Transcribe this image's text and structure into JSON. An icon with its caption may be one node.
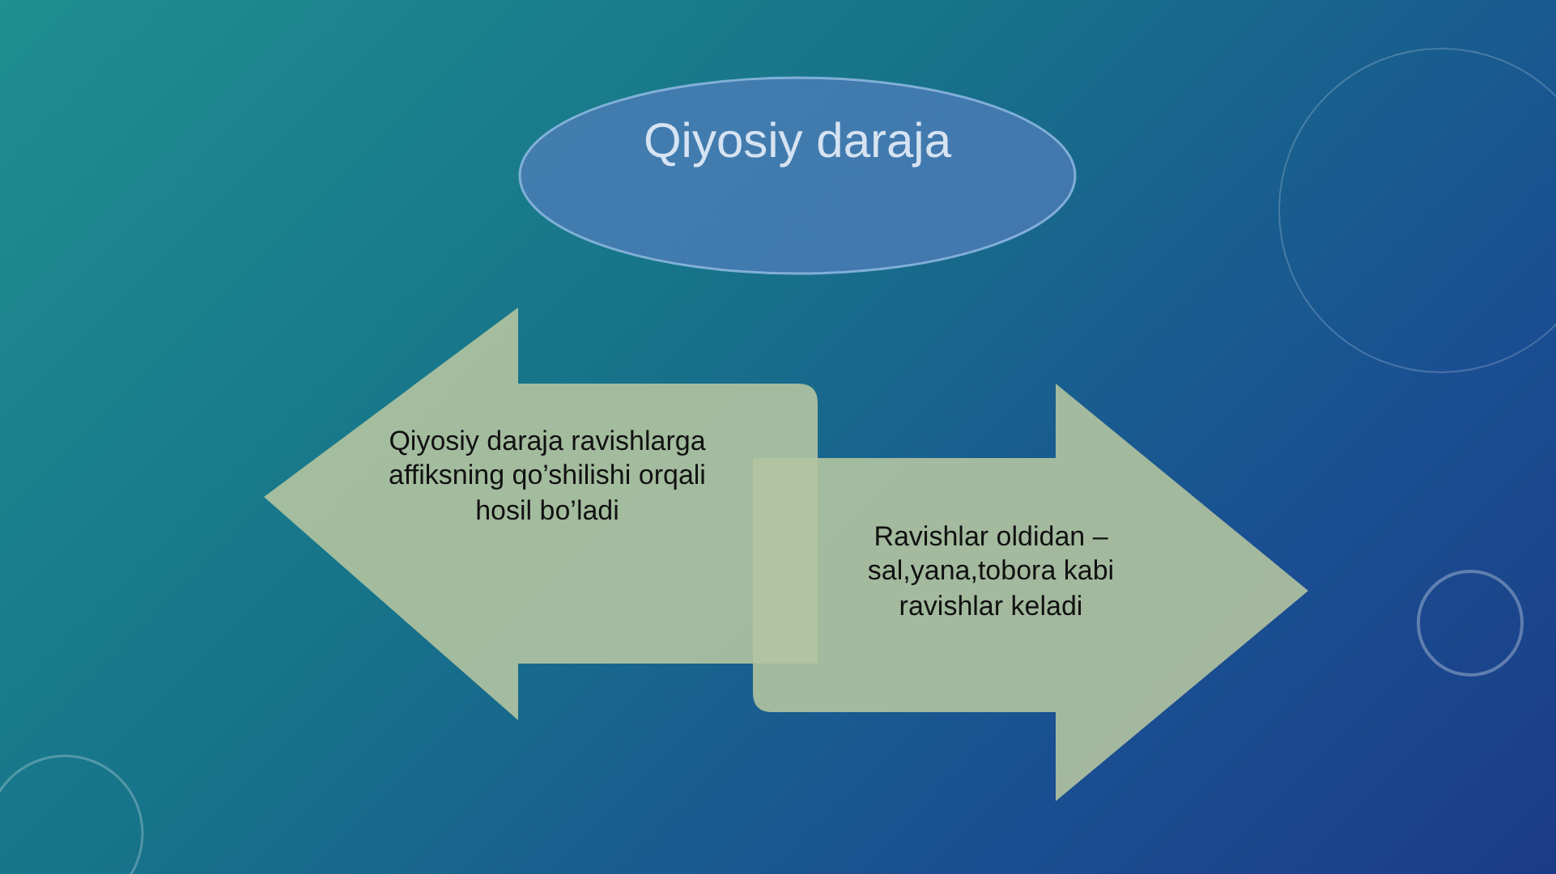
{
  "diagram": {
    "nodes": [
      {
        "text": [
          "Qiyosiy daraja"
        ]
      },
      {
        "text": [
          "Qiyosiy daraja ravishlarga affiksning qo’shilishi orqali hosil bo’ladi"
        ]
      },
      {
        "text": [
          "Ravishlar oldidan – sal,yana,tobora kabi ravishlar keladi"
        ]
      }
    ]
  }
}
